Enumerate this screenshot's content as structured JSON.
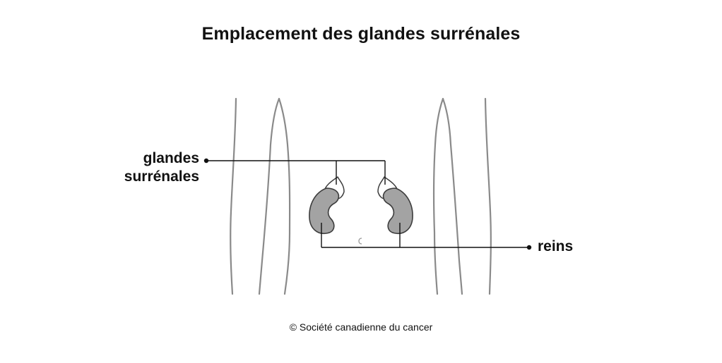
{
  "diagram": {
    "title": "Emplacement des glandes surrénales",
    "labels": {
      "adrenal_glands_line1": "glandes",
      "adrenal_glands_line2": "surrénales",
      "kidneys": "reins"
    },
    "copyright": "© Société canadienne du cancer",
    "colors": {
      "body_outline": "#8a8a8a",
      "organ_fill": "#a3a3a3",
      "organ_stroke": "#3c3c3c",
      "gland_fill": "#ffffff",
      "leader_line": "#111111",
      "text": "#111111"
    },
    "icons": {
      "left_kidney": "kidney-icon",
      "right_kidney": "kidney-icon",
      "left_adrenal_gland": "adrenal-gland-icon",
      "right_adrenal_gland": "adrenal-gland-icon"
    }
  }
}
